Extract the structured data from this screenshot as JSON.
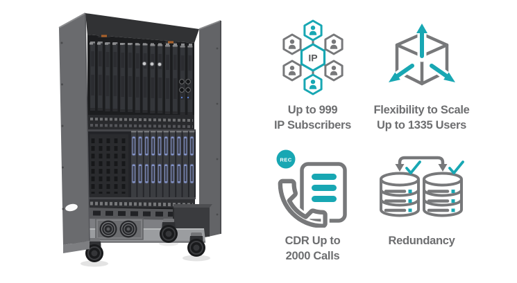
{
  "colors": {
    "teal": "#18a7b3",
    "icon_gray": "#77787a",
    "label_text": "#6d6e70",
    "background": "#ffffff"
  },
  "features": [
    {
      "icon": "ip-network",
      "icon_text": "IP",
      "label_line1": "Up to 999",
      "label_line2": "IP Subscribers"
    },
    {
      "icon": "scale-cube",
      "label_line1": "Flexibility to Scale",
      "label_line2": "Up to 1335 Users"
    },
    {
      "icon": "call-recording",
      "badge_text": "REC",
      "label_line1": "CDR Up to",
      "label_line2": "2000 Calls"
    },
    {
      "icon": "redundant-databases",
      "label_line1": "Redundancy",
      "label_line2": ""
    }
  ]
}
